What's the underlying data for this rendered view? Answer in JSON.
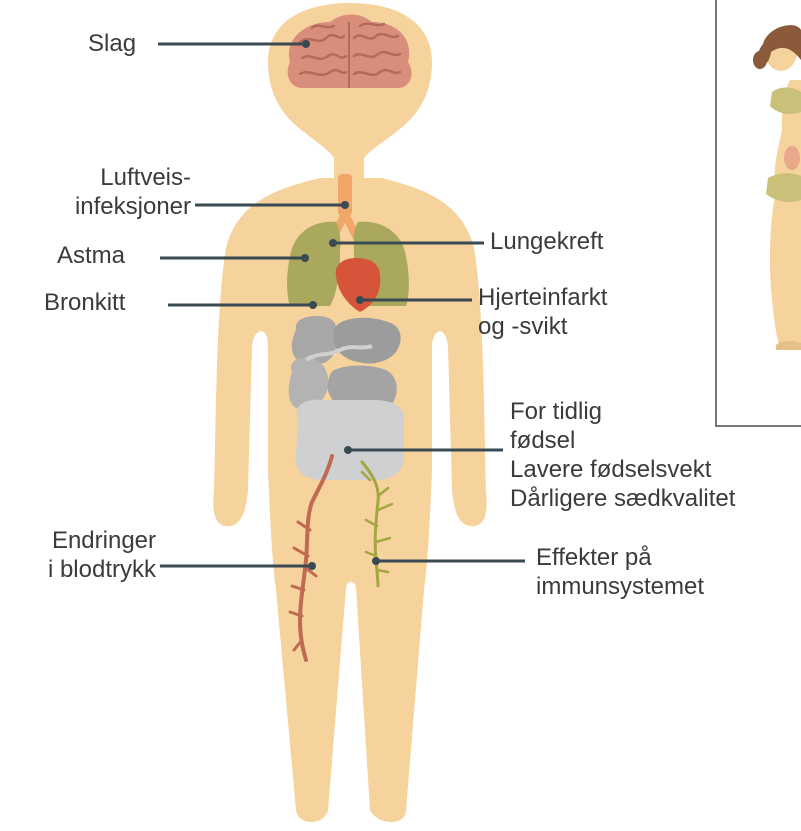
{
  "colors": {
    "skin": "#f6d39c",
    "brain": "#d98e7c",
    "lungs": "#a9a85c",
    "heart": "#d5543a",
    "trachea": "#f2a76a",
    "organs": "#a7a7a7",
    "vein": "#c06a54",
    "nerve": "#a3a643",
    "leader": "#3a4a52",
    "text": "#3b3b3b"
  },
  "labels": {
    "stroke": "Slag",
    "resp_1": "Luftveis-",
    "resp_2": "infeksjoner",
    "asthma": "Astma",
    "bronchitis": "Bronkitt",
    "bp_1": "Endringer",
    "bp_2": "i blodtrykk",
    "lung_cancer": "Lungekreft",
    "heart_1": "Hjerteinfarkt",
    "heart_2": "og -svikt",
    "preg_1": "For tidlig",
    "preg_2": "fødsel",
    "preg_3": "Lavere fødselsvekt",
    "preg_4": "Dårligere sædkvalitet",
    "immune_1": "Effekter på",
    "immune_2": "immunsystemet"
  },
  "icons": [
    "child-figure-icon",
    "brain-icon",
    "lungs-icon",
    "heart-icon",
    "trachea-icon",
    "digestive-organs-icon",
    "blood-vessel-icon",
    "nerve-icon",
    "woman-figure-icon"
  ]
}
